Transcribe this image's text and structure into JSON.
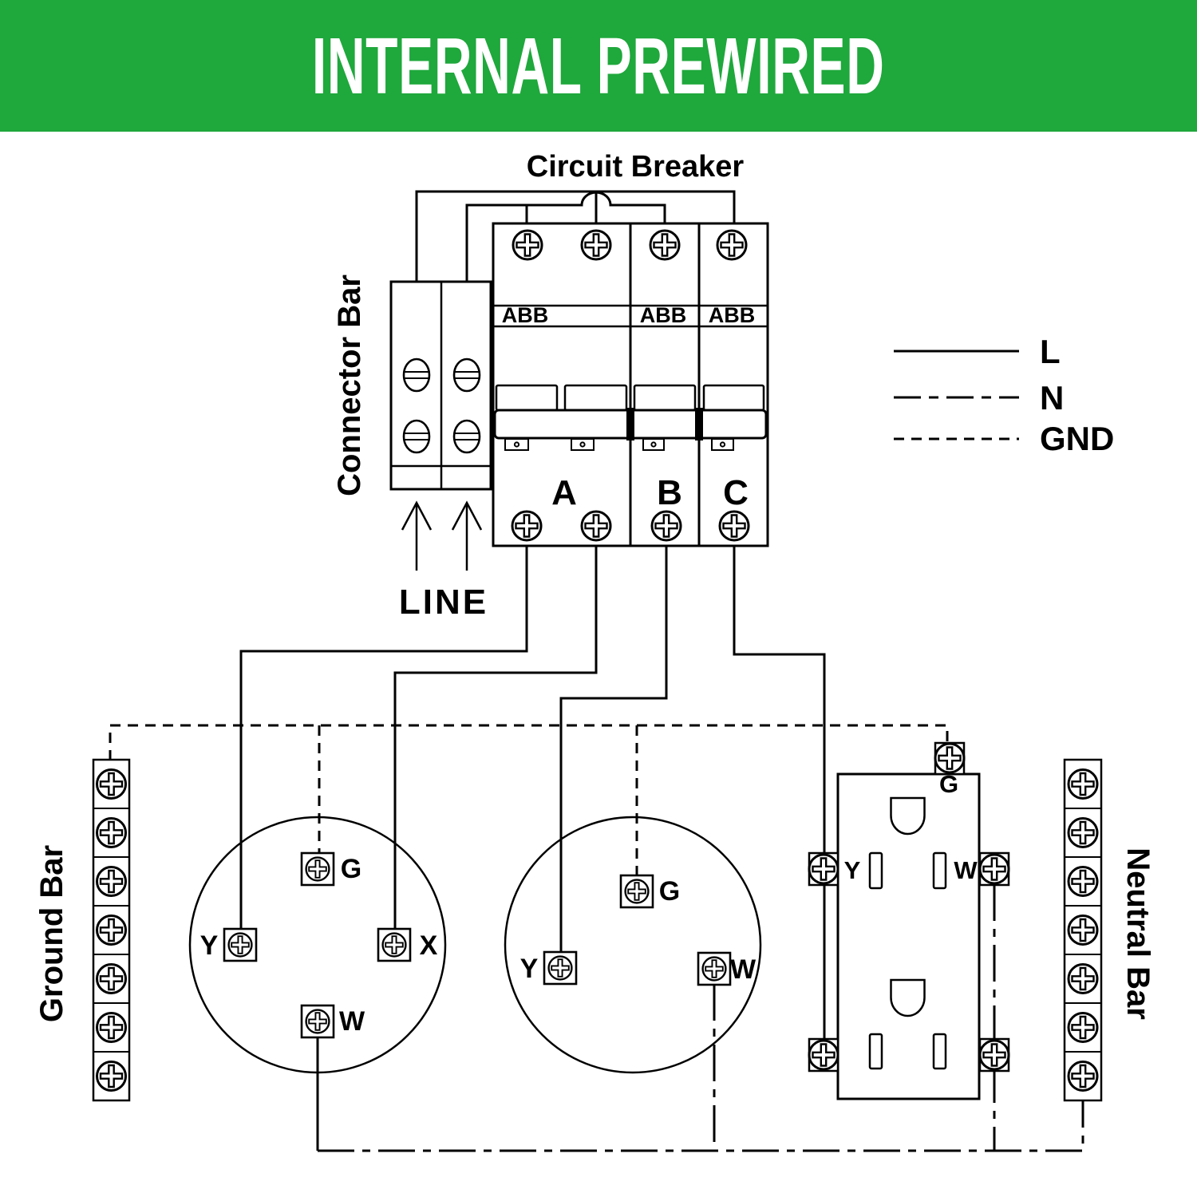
{
  "banner": {
    "title": "INTERNAL PREWIRED",
    "bg_color": "#1fa83c",
    "text_color": "#ffffff"
  },
  "circuit_breaker": {
    "title": "Circuit Breaker",
    "brand": "ABB",
    "poles": [
      "A",
      "B",
      "C"
    ]
  },
  "connector_bar": {
    "label": "Connector Bar"
  },
  "line_in": {
    "label": "LINE"
  },
  "legend": {
    "items": [
      {
        "style": "solid",
        "label": "L"
      },
      {
        "style": "dash-dot",
        "label": "N"
      },
      {
        "style": "dashed",
        "label": "GND"
      }
    ]
  },
  "ground_bar": {
    "label": "Ground Bar",
    "terminal_count": 7
  },
  "neutral_bar": {
    "label": "Neutral Bar",
    "terminal_count": 7
  },
  "twistlock_4p": {
    "terminals": {
      "top": "G",
      "left": "Y",
      "right": "X",
      "bottom": "W"
    }
  },
  "twistlock_3p": {
    "terminals": {
      "top": "G",
      "left": "Y",
      "right": "W"
    }
  },
  "duplex_receptacle": {
    "terminals": {
      "ground": "G",
      "left": "Y",
      "right": "W"
    }
  }
}
